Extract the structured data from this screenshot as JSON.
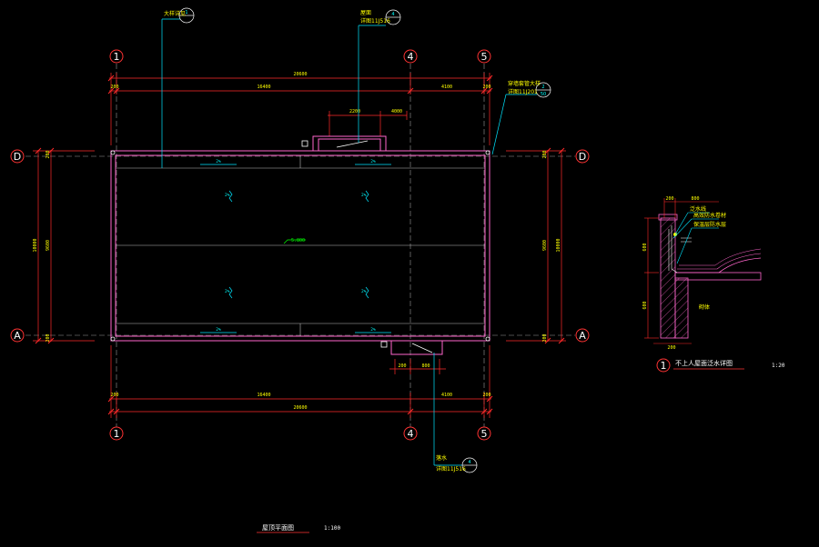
{
  "grid_axes": {
    "one": "1",
    "four": "4",
    "five": "5",
    "d": "D",
    "a": "A"
  },
  "dimensions": {
    "total_width": "20600",
    "span_1_4": "16400",
    "span_4_5": "4100",
    "edge_offset": "200",
    "hatch_width": "2200",
    "hatch_offset": "4000",
    "depth_total": "10000",
    "depth_inner": "9600",
    "drain_width": "800",
    "drain_offset": "200",
    "detail_wall": "200",
    "detail_height_top": "600",
    "detail_height_bottom": "600",
    "detail_offset": "800"
  },
  "callouts": {
    "top_left": "大样详见",
    "top_center": "屋面",
    "top_center_ref": "详图11J516",
    "right_note": "穿墙套管大样",
    "right_ref": "详图11J201",
    "bottom": "落水",
    "bottom_ref": "详图11J516",
    "index_1": "1",
    "index_2": "2",
    "index_4": "4",
    "index_sheet": "50"
  },
  "plan": {
    "slopes": [
      "2%",
      "2%",
      "2%",
      "2%",
      "2%",
      "2%",
      "2%",
      "2%"
    ],
    "elevation": "5.800",
    "title": "屋顶平面图",
    "scale": "1:100"
  },
  "detail": {
    "labels": [
      "泛水线",
      "高效防水卷材",
      "保温层防水层"
    ],
    "material_note": "砌体",
    "index": "1",
    "title": "不上人屋面泛水详图",
    "scale": "1:20"
  }
}
